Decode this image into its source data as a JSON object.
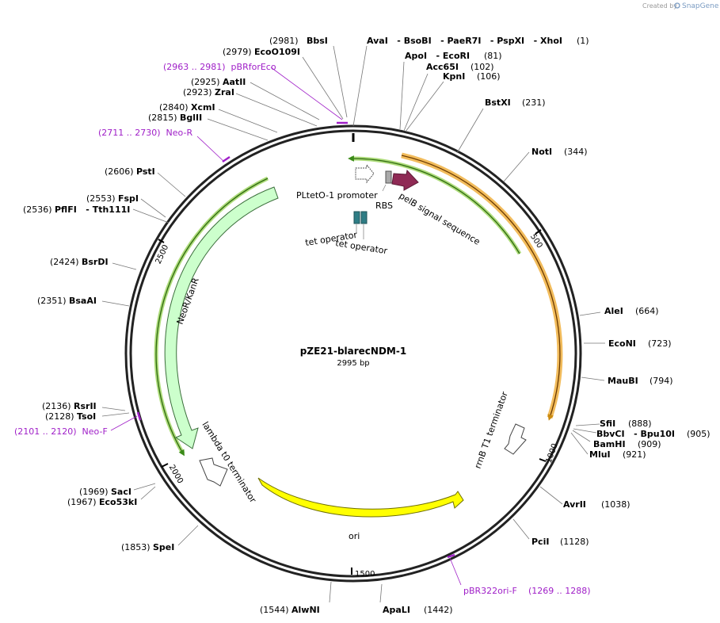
{
  "credit": {
    "prefix": "Created by",
    "brand": "SnapGene"
  },
  "plasmid": {
    "name": "pZE21-blarecNDM-1",
    "size": "2995 bp"
  },
  "ticks": [
    "500",
    "1000",
    "1500",
    "2000",
    "2500"
  ],
  "sites_top": [
    {
      "pos": "(2981)",
      "name": "BbsI"
    },
    {
      "pos": "(2979)",
      "name": "EcoO109I"
    },
    {
      "name": "AvaI   - BsoBI   - PaeR7I   - PspXI   - XhoI",
      "pos": "(1)"
    },
    {
      "name": "ApoI   - EcoRI",
      "pos": "(81)"
    },
    {
      "name": "Acc65I",
      "pos": "(102)"
    },
    {
      "name": "KpnI",
      "pos": "(106)"
    },
    {
      "name": "BstXI",
      "pos": "(231)"
    }
  ],
  "sites_left": [
    {
      "pos": "(2925)",
      "name": "AatII"
    },
    {
      "pos": "(2923)",
      "name": "ZraI"
    },
    {
      "pos": "(2840)",
      "name": "XcmI"
    },
    {
      "pos": "(2815)",
      "name": "BglII"
    },
    {
      "pos": "(2606)",
      "name": "PstI"
    },
    {
      "pos": "(2553)",
      "name": "FspI"
    },
    {
      "pos": "(2536)",
      "name": "PflFI   - Tth111I"
    },
    {
      "pos": "(2424)",
      "name": "BsrDI"
    },
    {
      "pos": "(2351)",
      "name": "BsaAI"
    },
    {
      "pos": "(2136)",
      "name": "RsrII"
    },
    {
      "pos": "(2128)",
      "name": "TsoI"
    },
    {
      "pos": "(1969)",
      "name": "SacI"
    },
    {
      "pos": "(1967)",
      "name": "Eco53kI"
    },
    {
      "pos": "(1853)",
      "name": "SpeI"
    },
    {
      "pos": "(1544)",
      "name": "AlwNI"
    }
  ],
  "sites_right": [
    {
      "name": "NotI",
      "pos": "(344)"
    },
    {
      "name": "AleI",
      "pos": "(664)"
    },
    {
      "name": "EcoNI",
      "pos": "(723)"
    },
    {
      "name": "MauBI",
      "pos": "(794)"
    },
    {
      "name": "SfiI",
      "pos": "(888)"
    },
    {
      "name": "BbvCI   - Bpu10I",
      "pos": "(905)"
    },
    {
      "name": "BamHI",
      "pos": "(909)"
    },
    {
      "name": "MluI",
      "pos": "(921)"
    },
    {
      "name": "AvrII",
      "pos": "(1038)"
    },
    {
      "name": "PciI",
      "pos": "(1128)"
    },
    {
      "name": "ApaLI",
      "pos": "(1442)"
    }
  ],
  "primers": {
    "pBRforEco": "(2963 .. 2981)  pBRforEco",
    "neoR": "(2711 .. 2730)  Neo-R",
    "neoF": "(2101 .. 2120)  Neo-F",
    "pBR322oriF_name": "pBR322ori-F",
    "pBR322oriF_pos": "(1269 .. 1288)"
  },
  "features": {
    "promoter": "PLtetO-1 promoter",
    "rbs": "RBS",
    "pelB": "pelB signal sequence",
    "tetop1": "tet operator",
    "tetop2": "tet operator",
    "neo": "NeoR/KanR",
    "lambda": "lambda t0 terminator",
    "ori": "ori",
    "rrnB": "rrnB T1 terminator"
  },
  "colors": {
    "backbone": "#222222",
    "pelB": "#8f2a55",
    "tetop": "#2f7d85",
    "neo": "#ccffcc",
    "ori": "#ffff00",
    "orange": "#f0b040",
    "green": "#3a8a18",
    "primer": "#a020c8"
  }
}
